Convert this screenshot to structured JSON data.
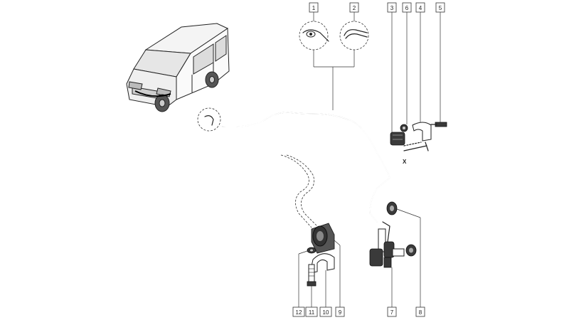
{
  "diagram": {
    "callouts": {
      "c1": "1",
      "c2": "2",
      "c3": "3",
      "c6": "6",
      "c4": "4",
      "c5": "5",
      "c12": "12",
      "c11": "11",
      "c10": "10",
      "c9": "9",
      "c7": "7",
      "c8": "8"
    },
    "dimension_label": "X"
  }
}
